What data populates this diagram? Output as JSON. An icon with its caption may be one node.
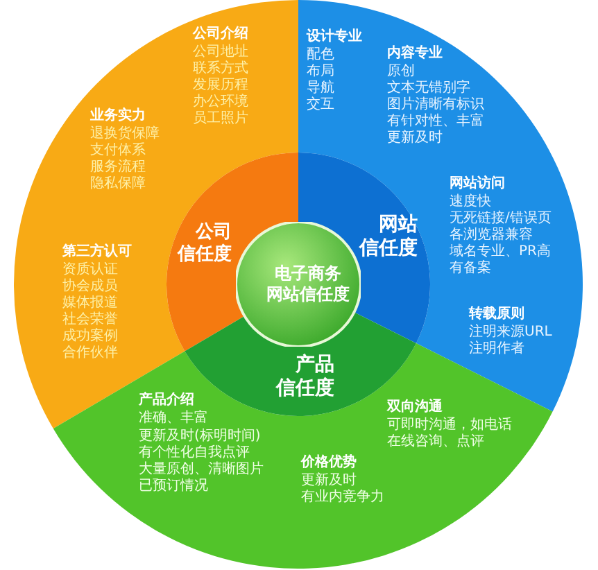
{
  "diagram": {
    "nodes": [
      {
        "text": [
          "电子商务网站信任度"
        ]
      },
      {
        "text": [
          "公司信任度"
        ]
      },
      {
        "text": [
          "网站信任度"
        ]
      },
      {
        "text": [
          "产品信任度"
        ]
      },
      {
        "text": [
          "公司介绍",
          "公司地址",
          "联系方式",
          "发展历程",
          "办公环境",
          "员工照片",
          "业务实力",
          "退换货保障",
          "支付体系",
          "服务流程",
          "隐私保障",
          "第三方认可",
          "资质认证",
          "协会成员",
          "媒体报道",
          "社会荣誉",
          "成功案例",
          "合作伙伴"
        ]
      },
      {
        "text": [
          "设计专业",
          "配色",
          "布局",
          "导航",
          "交互",
          "内容专业",
          "原创",
          "文本无错别字",
          "图片清晰有标识",
          "有针对性、丰富",
          "更新及时",
          "网站访问",
          "速度快",
          "无死链接/错误页",
          "各浏览器兼容",
          "域名专业、PR高",
          "有备案",
          "转载原则",
          "注明来源URL",
          "注明作者"
        ]
      },
      {
        "text": [
          "双向沟通",
          "可即时沟通，如电话",
          "在线咨询、点评",
          "价格优势",
          "更新及时",
          "有业内竞争力",
          "产品介绍",
          "准确、丰富",
          "更新及时(标明时间)",
          "有个性化自我点评",
          "大量原创、清晰图片",
          "已预订情况"
        ]
      }
    ],
    "edges": []
  }
}
